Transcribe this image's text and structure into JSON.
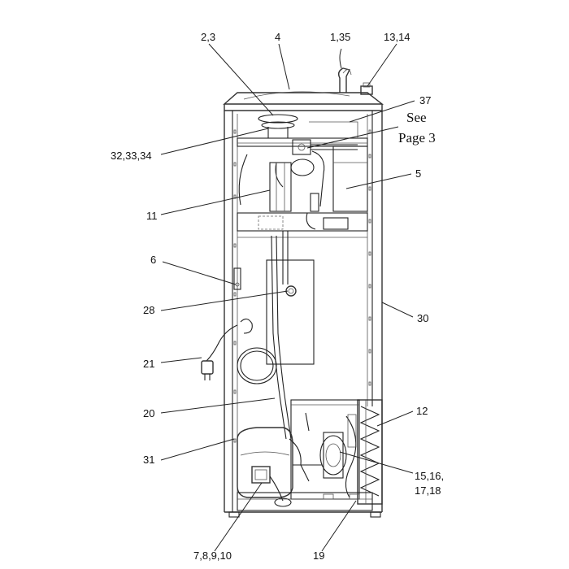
{
  "callouts": {
    "c_2_3": "2,3",
    "c_4": "4",
    "c_1_35": "1,35",
    "c_13_14": "13,14",
    "c_37": "37",
    "see_line1": "See",
    "see_line2": "Page 3",
    "c_32_33_34": "32,33,34",
    "c_5": "5",
    "c_11": "11",
    "c_6": "6",
    "c_28": "28",
    "c_30": "30",
    "c_21": "21",
    "c_20": "20",
    "c_12": "12",
    "c_31": "31",
    "c_15_16_17_18_a": "15,16,",
    "c_15_16_17_18_b": "17,18",
    "c_7_8_9_10": "7,8,9,10",
    "c_19": "19"
  },
  "colors": {
    "line": "#222222",
    "background": "#ffffff"
  }
}
